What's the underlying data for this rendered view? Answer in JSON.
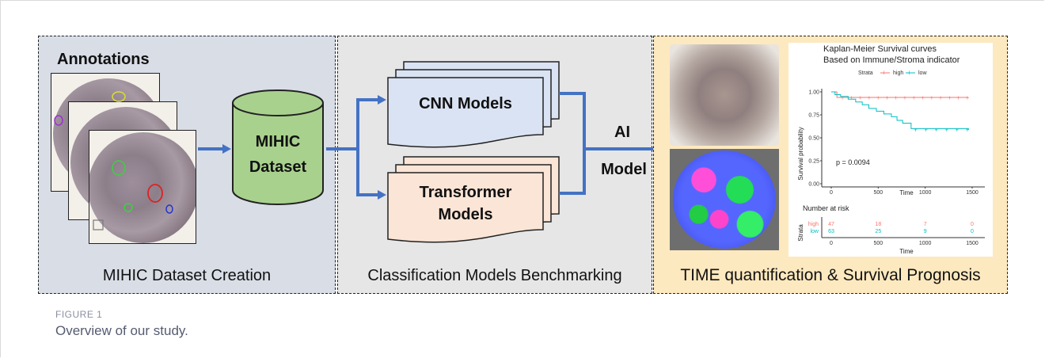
{
  "panels": {
    "dataset": {
      "heading": "Annotations",
      "cylinder_label_line1": "MIHIC",
      "cylinder_label_line2": "Dataset",
      "title": "MIHIC Dataset Creation"
    },
    "benchmark": {
      "model_a": "CNN Models",
      "model_b_line1": "Transformer",
      "model_b_line2": "Models",
      "title": "Classification Models Benchmarking"
    },
    "output": {
      "ai_label_line1": "AI",
      "ai_label_line2": "Model",
      "title": "TIME quantification & Survival Prognosis"
    }
  },
  "colors": {
    "arrow": "#4472c4",
    "cylinder": "#a9d18e",
    "cnn_doc": "#dae3f3",
    "transformer_doc": "#fbe5d6",
    "series_high": "#f8766d",
    "series_low": "#00bfc4"
  },
  "chart_data": {
    "type": "line",
    "title": "Kaplan-Meier Survival curves",
    "subtitle": "Based on Immune/Stroma indicator",
    "legend_title": "Strata",
    "legend_position": "top",
    "xlabel": "Time",
    "ylabel": "Survival probability",
    "xlim": [
      0,
      1500
    ],
    "ylim": [
      0,
      1
    ],
    "x_ticks": [
      "0",
      "500",
      "1000",
      "1500"
    ],
    "y_ticks": [
      "0.00",
      "0.25",
      "0.50",
      "0.75",
      "1.00"
    ],
    "annotation": "p = 0.0094",
    "series": [
      {
        "name": "high",
        "x": [
          0,
          60,
          1460
        ],
        "y": [
          1.0,
          0.94,
          0.94
        ]
      },
      {
        "name": "low",
        "x": [
          0,
          40,
          100,
          180,
          260,
          330,
          400,
          480,
          560,
          640,
          700,
          760,
          850,
          1000,
          1460
        ],
        "y": [
          1.0,
          0.97,
          0.95,
          0.92,
          0.89,
          0.86,
          0.82,
          0.79,
          0.76,
          0.73,
          0.69,
          0.66,
          0.6,
          0.6,
          0.59
        ]
      }
    ],
    "risk_table": {
      "title": "Number at risk",
      "strata_label": "Strata",
      "xlabel": "Time",
      "rows": [
        {
          "name": "high",
          "values": [
            "47",
            "18",
            "7",
            "0"
          ]
        },
        {
          "name": "low",
          "values": [
            "63",
            "25",
            "9",
            "0"
          ]
        }
      ]
    }
  },
  "caption": {
    "label": "FIGURE 1",
    "text": "Overview of our study."
  }
}
